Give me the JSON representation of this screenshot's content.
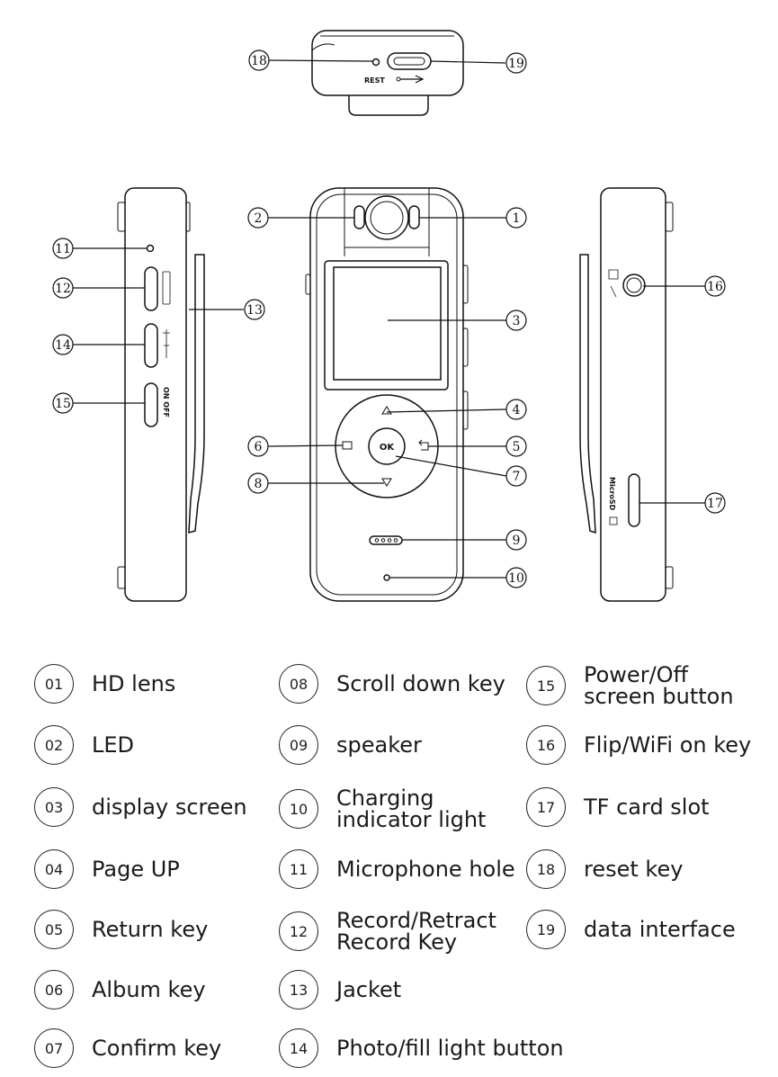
{
  "device_markings": {
    "reset_label": "REST",
    "ok_label": "OK",
    "power_label": "ON OFF",
    "tf_slot_label": "MicroSD"
  },
  "callouts": [
    "1",
    "2",
    "3",
    "4",
    "5",
    "6",
    "7",
    "8",
    "9",
    "10",
    "11",
    "12",
    "13",
    "14",
    "15",
    "16",
    "17",
    "18",
    "19"
  ],
  "legend": [
    {
      "num": "01",
      "label": "HD lens"
    },
    {
      "num": "02",
      "label": "LED"
    },
    {
      "num": "03",
      "label": "display screen"
    },
    {
      "num": "04",
      "label": "Page UP"
    },
    {
      "num": "05",
      "label": "Return key"
    },
    {
      "num": "06",
      "label": "Album key"
    },
    {
      "num": "07",
      "label": "Confirm key"
    },
    {
      "num": "08",
      "label": "Scroll down key"
    },
    {
      "num": "09",
      "label": "speaker"
    },
    {
      "num": "10",
      "label": "Charging\nindicator light"
    },
    {
      "num": "11",
      "label": "Microphone hole"
    },
    {
      "num": "12",
      "label": "Record/Retract\nRecord Key"
    },
    {
      "num": "13",
      "label": "Jacket"
    },
    {
      "num": "14",
      "label": "Photo/fill light button"
    },
    {
      "num": "15",
      "label": "Power/Off\nscreen button"
    },
    {
      "num": "16",
      "label": "Flip/WiFi on key"
    },
    {
      "num": "17",
      "label": "TF card slot"
    },
    {
      "num": "18",
      "label": "reset key"
    },
    {
      "num": "19",
      "label": "data interface"
    }
  ]
}
